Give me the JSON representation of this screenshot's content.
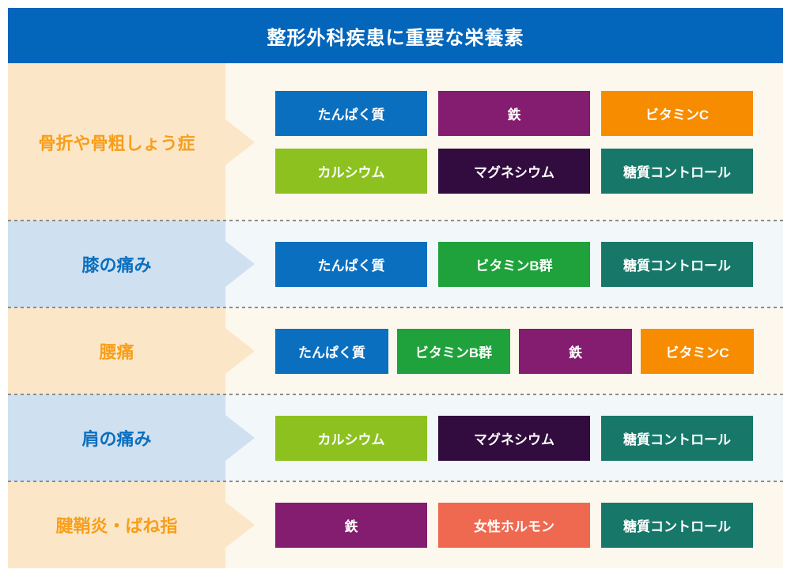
{
  "title": "整形外科疾患に重要な栄養素",
  "colors": {
    "header_bg": "#0366bb",
    "warm_panel_bg": "#fbe7c8",
    "warm_content_bg": "#fdf8ed",
    "warm_label_text": "#f89e1b",
    "cool_panel_bg": "#cfe0f1",
    "cool_content_bg": "#f2f7fa",
    "cool_label_text": "#0a6fbf",
    "separator": "#8c8c8c",
    "tag_text": "#ffffff"
  },
  "rows": [
    {
      "label": "骨折や骨粗しょう症",
      "theme": "warm",
      "tag_lines": [
        [
          {
            "label": "たんぱく質",
            "color": "#0a6fbf"
          },
          {
            "label": "鉄",
            "color": "#841c6f"
          },
          {
            "label": "ビタミンC",
            "color": "#f78c00"
          }
        ],
        [
          {
            "label": "カルシウム",
            "color": "#8cc11f"
          },
          {
            "label": "マグネシウム",
            "color": "#320c3e"
          },
          {
            "label": "糖質コントロール",
            "color": "#17786a"
          }
        ]
      ]
    },
    {
      "label": "膝の痛み",
      "theme": "cool",
      "tag_lines": [
        [
          {
            "label": "たんぱく質",
            "color": "#0a6fbf"
          },
          {
            "label": "ビタミンB群",
            "color": "#1fa23c"
          },
          {
            "label": "糖質コントロール",
            "color": "#17786a"
          }
        ]
      ]
    },
    {
      "label": "腰痛",
      "theme": "warm",
      "tag_lines": [
        [
          {
            "label": "たんぱく質",
            "color": "#0a6fbf"
          },
          {
            "label": "ビタミンB群",
            "color": "#1fa23c"
          },
          {
            "label": "鉄",
            "color": "#841c6f"
          },
          {
            "label": "ビタミンC",
            "color": "#f78c00"
          }
        ]
      ]
    },
    {
      "label": "肩の痛み",
      "theme": "cool",
      "tag_lines": [
        [
          {
            "label": "カルシウム",
            "color": "#8cc11f"
          },
          {
            "label": "マグネシウム",
            "color": "#320c3e"
          },
          {
            "label": "糖質コントロール",
            "color": "#17786a"
          }
        ]
      ]
    },
    {
      "label": "腱鞘炎・ばね指",
      "theme": "warm",
      "tag_lines": [
        [
          {
            "label": "鉄",
            "color": "#841c6f"
          },
          {
            "label": "女性ホルモン",
            "color": "#ee6950"
          },
          {
            "label": "糖質コントロール",
            "color": "#17786a"
          }
        ]
      ]
    }
  ]
}
